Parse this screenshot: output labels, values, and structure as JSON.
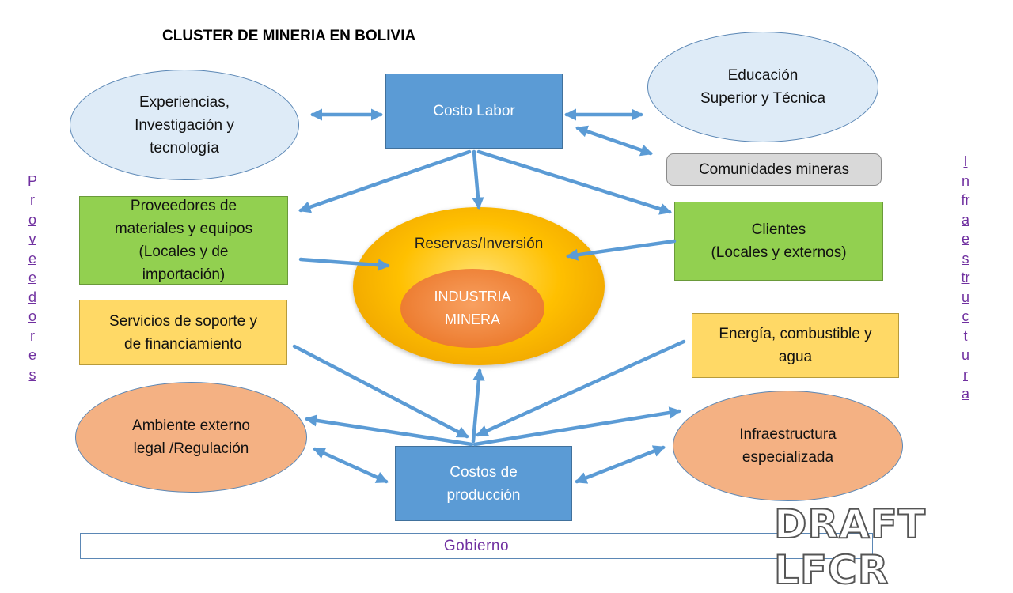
{
  "title": "CLUSTER DE MINERIA EN BOLIVIA",
  "nodes": {
    "costo_labor": "Costo Labor",
    "experiencias": "Experiencias,\nInvestigación y\ntecnología",
    "educacion": "Educación\nSuperior y Técnica",
    "comunidades": "Comunidades mineras",
    "proveedores_materiales": "Proveedores de\nmateriales y equipos\n(Locales y de\nimportación)",
    "clientes": "Clientes\n(Locales y externos)",
    "reservas": "Reservas/Inversión",
    "industria": "INDUSTRIA\nMINERA",
    "servicios": "Servicios de soporte y\nde financiamiento",
    "energia": "Energía, combustible y\nagua",
    "ambiente": "Ambiente externo\nlegal /Regulación",
    "infraestructura_esp": "Infraestructura\nespecializada",
    "costos_produccion": "Costos de\nproducción"
  },
  "side_bars": {
    "left": "Proveedores",
    "right": "Infraestructura"
  },
  "bottom_bar": "Gobierno",
  "watermark": "DRAFT LFCR",
  "colors": {
    "box_blue": "#5b9bd5",
    "box_green": "#92d050",
    "box_yellow": "#ffd966",
    "ellipse_light_blue": "#deebf7",
    "ellipse_orange": "#f4b183",
    "reservas_gold": "#ffc000",
    "industria_orange": "#ed7d31",
    "arrow": "#5b9bd5",
    "side_text": "#7030a0"
  }
}
